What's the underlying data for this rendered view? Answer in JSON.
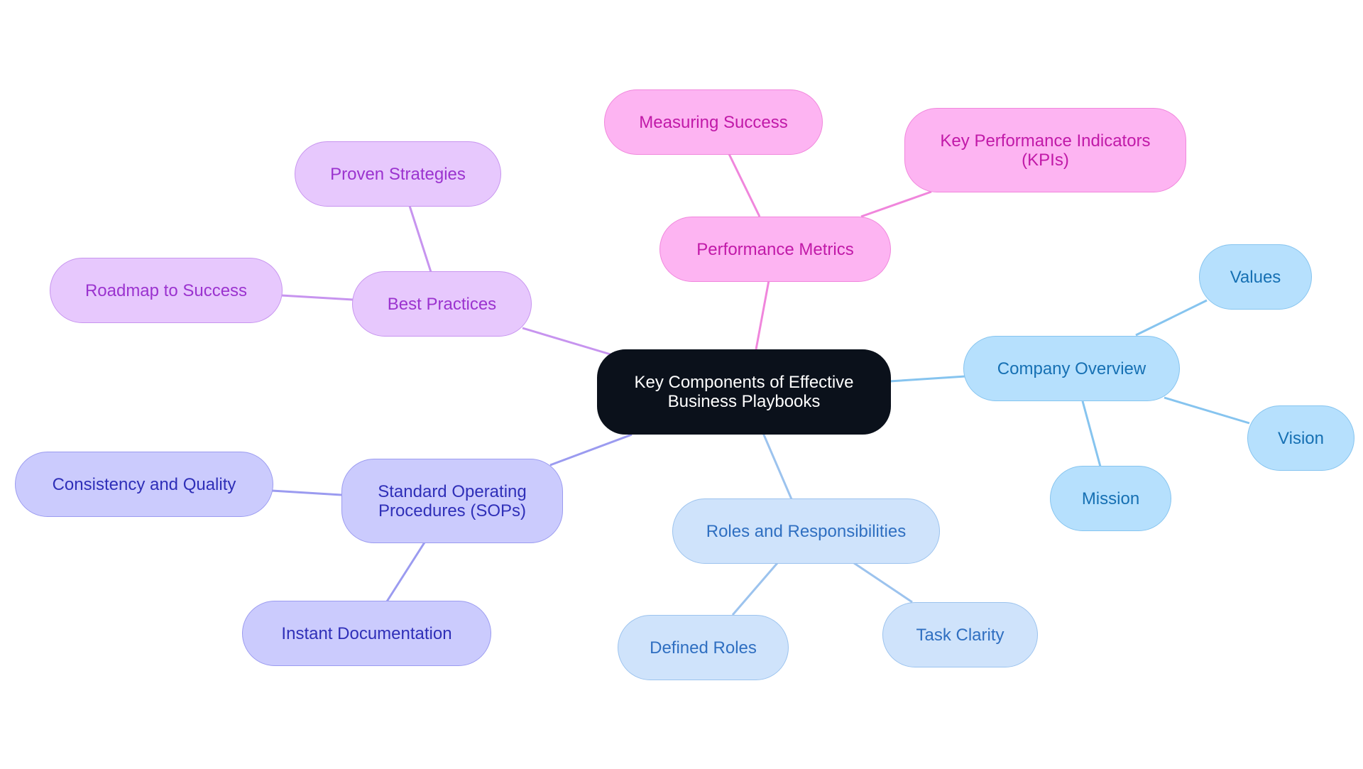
{
  "colors": {
    "root": "#0b111b",
    "performance_metrics": "#fdb4f2",
    "best_practices": "#e7c8fd",
    "sops": "#cbcbfd",
    "company_overview": "#b6e0fd",
    "roles": "#cfe3fb"
  },
  "root": {
    "label": "Key Components of Effective\nBusiness Playbooks"
  },
  "branches": {
    "performance_metrics": {
      "label": "Performance Metrics",
      "children": [
        "Measuring Success",
        "Key Performance Indicators\n(KPIs)"
      ]
    },
    "best_practices": {
      "label": "Best Practices",
      "children": [
        "Proven Strategies",
        "Roadmap to Success"
      ]
    },
    "sops": {
      "label": "Standard Operating\nProcedures (SOPs)",
      "children": [
        "Consistency and Quality",
        "Instant Documentation"
      ]
    },
    "company_overview": {
      "label": "Company Overview",
      "children": [
        "Values",
        "Vision",
        "Mission"
      ]
    },
    "roles": {
      "label": "Roles and Responsibilities",
      "children": [
        "Defined Roles",
        "Task Clarity"
      ]
    }
  }
}
